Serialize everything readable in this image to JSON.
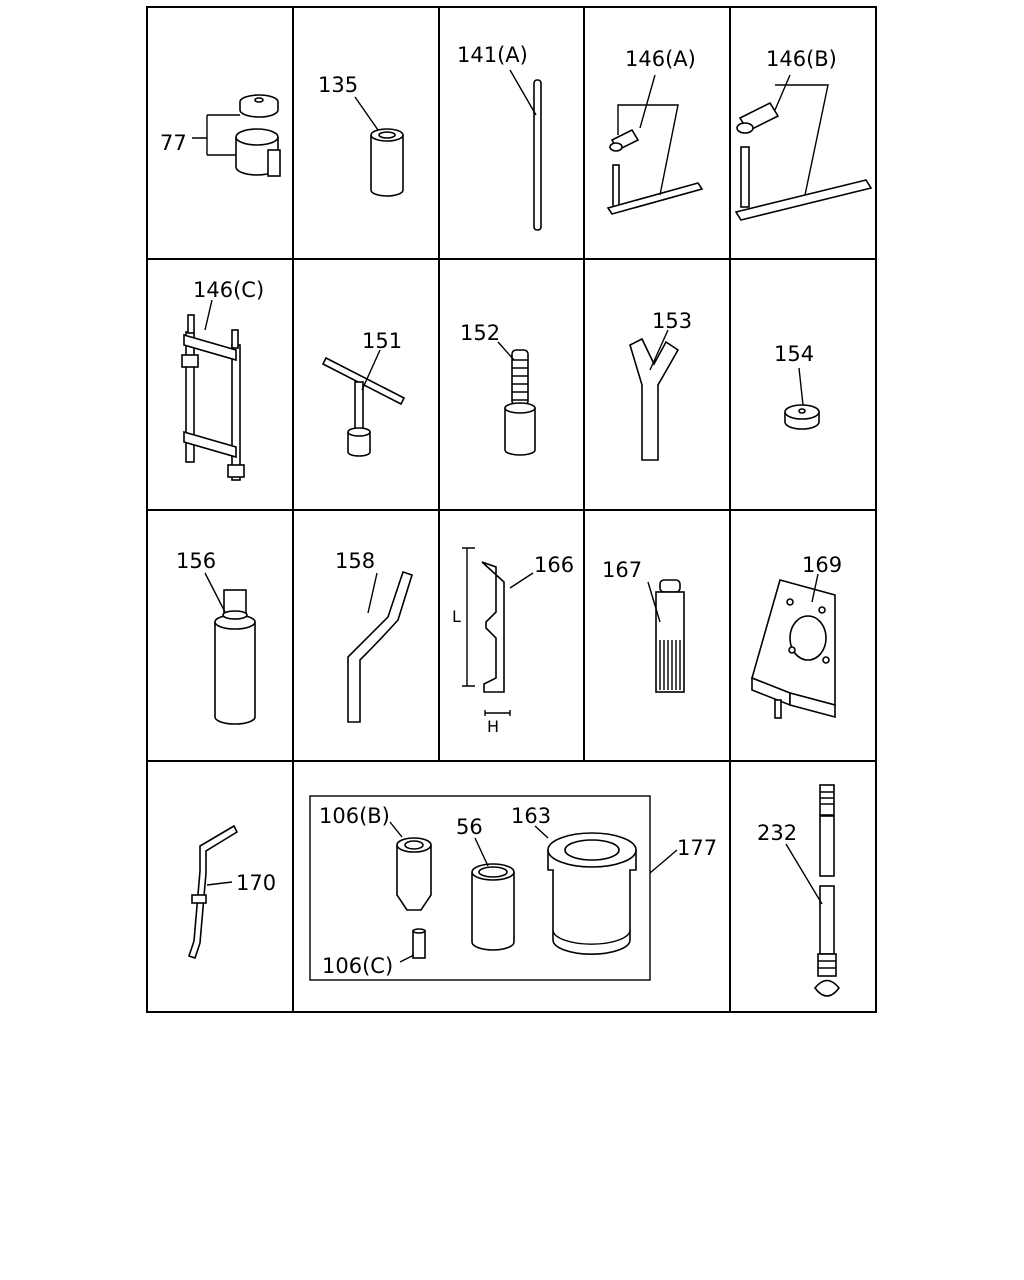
{
  "diagram": {
    "labels": {
      "p77": "77",
      "p135": "135",
      "p141a": "141(A)",
      "p146a": "146(A)",
      "p146b": "146(B)",
      "p146c": "146(C)",
      "p151": "151",
      "p152": "152",
      "p153": "153",
      "p154": "154",
      "p156": "156",
      "p158": "158",
      "p166": "166",
      "p166_L": "L",
      "p166_H": "H",
      "p167": "167",
      "p169": "169",
      "p170": "170",
      "p106b": "106(B)",
      "p56": "56",
      "p163": "163",
      "p177": "177",
      "p106c": "106(C)",
      "p232": "232"
    }
  }
}
